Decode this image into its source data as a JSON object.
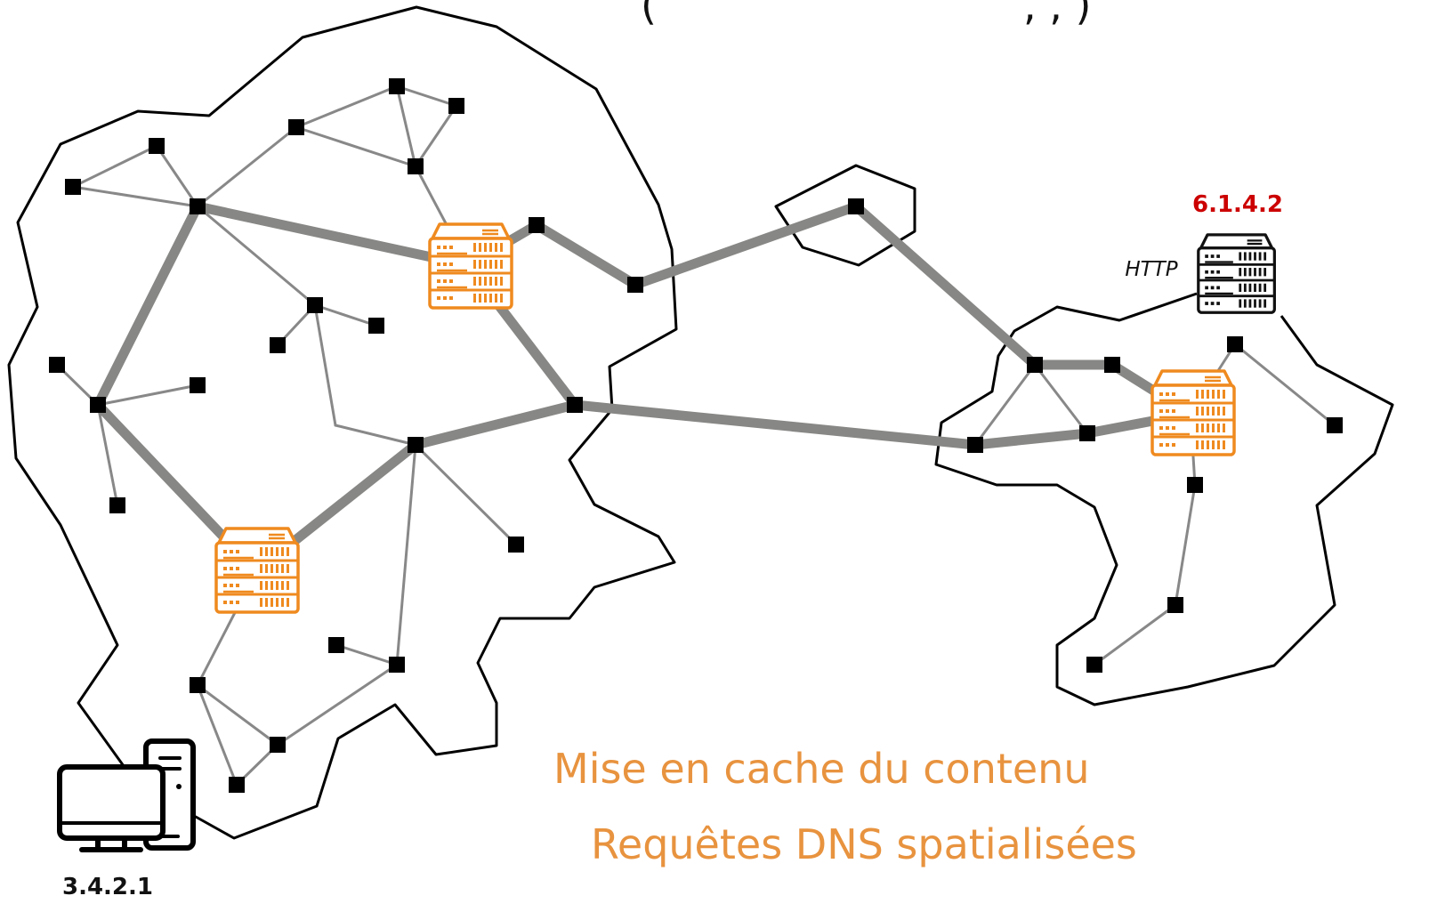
{
  "header_partial": "(",
  "header_partial_right": "  ,           ,  )",
  "client": {
    "icon": "desktop-computer-icon",
    "address": "3.4.2.1"
  },
  "server": {
    "icon": "server-icon",
    "address": "6.1.4.2",
    "protocol": "HTTP"
  },
  "cache_servers": {
    "icon": "server-icon",
    "count": 3
  },
  "captions": {
    "line1": "Mise en cache du contenu",
    "line2": "Requêtes DNS spatialisées"
  },
  "colors": {
    "accent": "#ef8a1f",
    "caption": "#e8933f",
    "server_label": "#cc0000",
    "thin_link": "#888888",
    "thick_link": "#878885",
    "boundary": "#000000",
    "router": "#000000"
  }
}
